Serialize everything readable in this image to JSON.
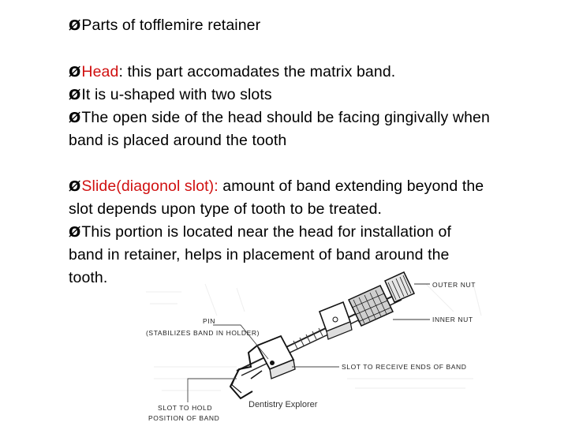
{
  "bullet_symbol": "Ø",
  "title": "Parts of tofflemire retainer",
  "head_section": {
    "term": "Head",
    "text": ": this part accomadates the matrix band.",
    "bullet2": "It is u-shaped with two slots",
    "bullet3_line1": "The open side of the head should be facing gingivally when",
    "bullet3_line2": "band is placed around the tooth"
  },
  "slide_section": {
    "term": "Slide(diagonol slot):",
    "text_line1": " amount of band extending beyond the",
    "text_line2": "slot depends upon type of tooth to be treated.",
    "bullet2_line1": "This portion is located near the head for installation of",
    "bullet2_line2": "band in retainer, helps in placement of band around the",
    "bullet2_line3": "tooth."
  },
  "figure": {
    "labels": {
      "outer_nut": "OUTER NUT",
      "inner_nut": "INNER NUT",
      "pin": "PIN",
      "pin_desc": "(STABILIZES  BAND  IN  HOLDER)",
      "slot_ends": "SLOT  TO  RECEIVE  ENDS  OF  BAND",
      "slot_hold_1": "SLOT  TO  HOLD",
      "slot_hold_2": "POSITION  OF  BAND"
    },
    "caption": "Dentistry Explorer"
  },
  "colors": {
    "accent": "#d01010",
    "text": "#000000"
  }
}
